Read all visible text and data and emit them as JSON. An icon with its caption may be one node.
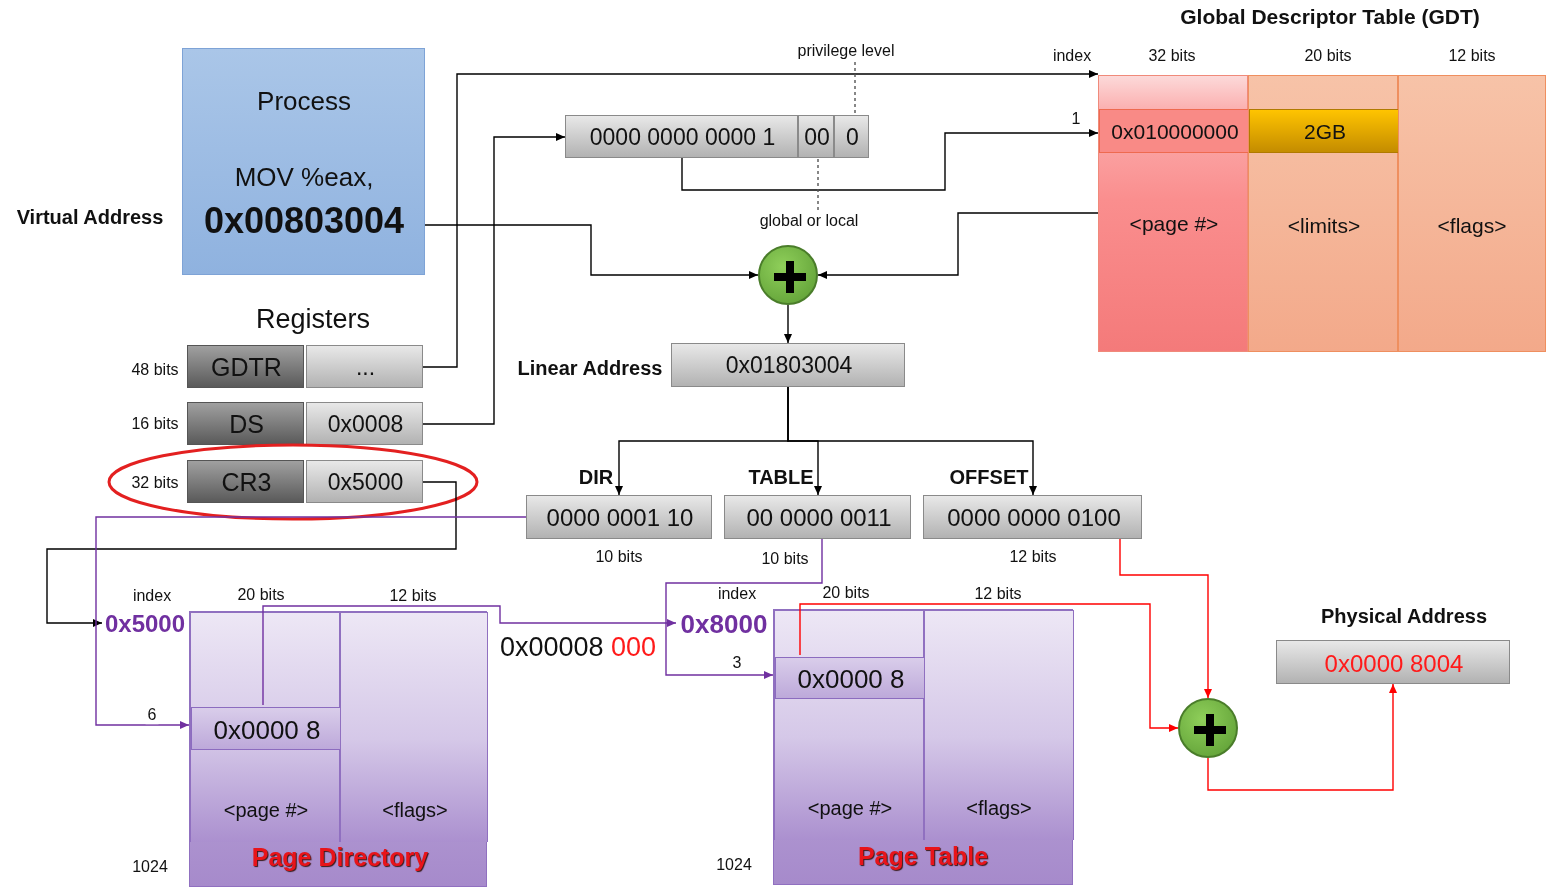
{
  "diagram": {
    "nodes": [
      {
        "text": [
          "Process",
          "MOV %eax,",
          "0x00803004"
        ],
        "beside": [
          "Virtual Address"
        ]
      },
      {
        "text": [
          "privilege level"
        ]
      },
      {
        "text": [
          "Global Descriptor Table (GDT)"
        ]
      },
      {
        "text": [
          "<page #>"
        ],
        "in": 2
      },
      {
        "text": [
          "0x010000000"
        ],
        "in": 3
      },
      {
        "text": [
          "<limits>"
        ],
        "in": 2
      },
      {
        "text": [
          "2GB"
        ],
        "in": 5
      },
      {
        "text": [
          "<flags>"
        ],
        "in": 2
      },
      {
        "text": [
          "0000 0000 0000 1"
        ]
      },
      {
        "text": [
          "00"
        ]
      },
      {
        "text": [
          "0"
        ]
      },
      {
        "text": [
          "global or local"
        ]
      },
      {
        "text": [],
        "shape": "circle"
      },
      {
        "text": [
          "GDTR"
        ],
        "beside": [
          "48 bits"
        ]
      },
      {
        "text": [
          "..."
        ]
      },
      {
        "text": [
          "DS"
        ],
        "beside": [
          "16 bits"
        ]
      },
      {
        "text": [
          "0x0008"
        ]
      },
      {
        "text": [
          "CR3"
        ],
        "beside": [
          "32 bits"
        ]
      },
      {
        "text": [
          "0x5000"
        ]
      },
      {
        "text": [
          "0x01803004"
        ],
        "beside": [
          "Linear Address"
        ]
      },
      {
        "text": [
          "DIR",
          "0000 0001 10"
        ],
        "beside": [
          "10 bits"
        ]
      },
      {
        "text": [
          "TABLE",
          "00 0000 0011"
        ],
        "beside": [
          "10 bits"
        ]
      },
      {
        "text": [
          "OFFSET",
          "0000 0000 0100"
        ],
        "beside": [
          "12 bits"
        ]
      },
      {
        "text": [
          "0x5000"
        ]
      },
      {
        "text": [
          "Page Directory"
        ]
      },
      {
        "text": [
          "<page #>"
        ],
        "in": 24
      },
      {
        "text": [
          "0x0000 8"
        ],
        "in": 25
      },
      {
        "text": [
          "<flags>"
        ],
        "in": 24
      },
      {
        "text": [
          "0x8000"
        ]
      },
      {
        "text": [
          "Page Table"
        ]
      },
      {
        "text": [
          "<page #>"
        ],
        "in": 29
      },
      {
        "text": [
          "0x0000 8"
        ],
        "in": 30
      },
      {
        "text": [
          "<flags>"
        ],
        "in": 29
      },
      {
        "text": [
          "Physical Address",
          "0x0000 8004"
        ]
      },
      {
        "text": [],
        "shape": "circle"
      }
    ],
    "edges": [
      {
        "from": 14,
        "to": 2,
        "arrow": "to"
      },
      {
        "from": 16,
        "to": 8,
        "arrow": "to"
      },
      {
        "from": 8,
        "to": 4,
        "arrow": "to",
        "label": "1"
      },
      {
        "from": 1,
        "to": 10,
        "arrow": "none",
        "style": "dashed"
      },
      {
        "from": 11,
        "to": 9,
        "arrow": "none",
        "style": "dashed"
      },
      {
        "from": 0,
        "to": 12,
        "arrow": "to"
      },
      {
        "from": 3,
        "to": 12,
        "arrow": "to"
      },
      {
        "from": 12,
        "to": 19,
        "arrow": "to"
      },
      {
        "from": 19,
        "to": 20,
        "arrow": "to"
      },
      {
        "from": 19,
        "to": 21,
        "arrow": "to"
      },
      {
        "from": 19,
        "to": 22,
        "arrow": "to"
      },
      {
        "from": 18,
        "to": 23,
        "arrow": "to"
      },
      {
        "from": 20,
        "to": 26,
        "arrow": "to",
        "label": "6",
        "color": "#7030a0"
      },
      {
        "from": 26,
        "to": 28,
        "arrow": "to",
        "label": "0x00008 000",
        "color": "#7030a0"
      },
      {
        "from": 21,
        "to": 31,
        "arrow": "to",
        "label": "3",
        "color": "#7030a0"
      },
      {
        "from": 31,
        "to": 34,
        "arrow": "to",
        "color": "#ff0000"
      },
      {
        "from": 22,
        "to": 34,
        "arrow": "to",
        "color": "#ff0000"
      },
      {
        "from": 34,
        "to": 33,
        "arrow": "to",
        "color": "#ff0000"
      }
    ],
    "labels": [
      "index",
      "32 bits",
      "20 bits",
      "12 bits",
      "Registers",
      "index",
      "20 bits",
      "12 bits",
      "index",
      "20 bits",
      "12 bits",
      "1024",
      "1024"
    ]
  }
}
